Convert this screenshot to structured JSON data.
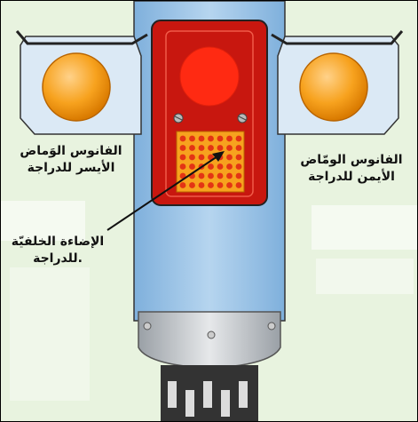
{
  "labels": {
    "left_lamp": [
      "الفانوس الوَماض",
      "الأيسر للدراجة"
    ],
    "right_lamp": [
      "الفانوس الومّاض",
      "الأيمن للدراجة"
    ],
    "rear_light": [
      "الإضاءة الخلفيّة",
      ".للدراجة"
    ]
  },
  "colors": {
    "background": "#e8f3df",
    "fender": "#9ec4e6",
    "lamp_housing": "#dbe9f5",
    "flasher": "#f7a21e",
    "rear_body": "#c8170f",
    "rear_lens": "#ff2a12",
    "reflector": "#f7a21e",
    "mudguard": "#c9cdd0",
    "tire": "#333333"
  },
  "icons": {
    "rear_light": "rear-light-icon",
    "flasher": "flasher-lamp-icon",
    "tire": "tire-tread-icon"
  }
}
